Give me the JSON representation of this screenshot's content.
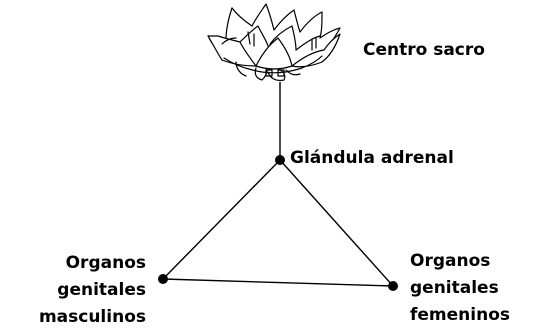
{
  "diagram": {
    "nodes": {
      "centro_sacro": {
        "label": "Centro sacro"
      },
      "glandula_adrenal": {
        "label": "Glándula adrenal"
      },
      "organos_masculinos": {
        "label_lines": [
          "Organos",
          "genitales",
          "masculinos"
        ]
      },
      "organos_femeninos": {
        "label_lines": [
          "Organos",
          "genitales",
          "femeninos"
        ]
      }
    },
    "icons": {
      "centro_sacro": "lotus-flower-icon"
    },
    "colors": {
      "ink": "#000000",
      "background": "#ffffff"
    }
  }
}
